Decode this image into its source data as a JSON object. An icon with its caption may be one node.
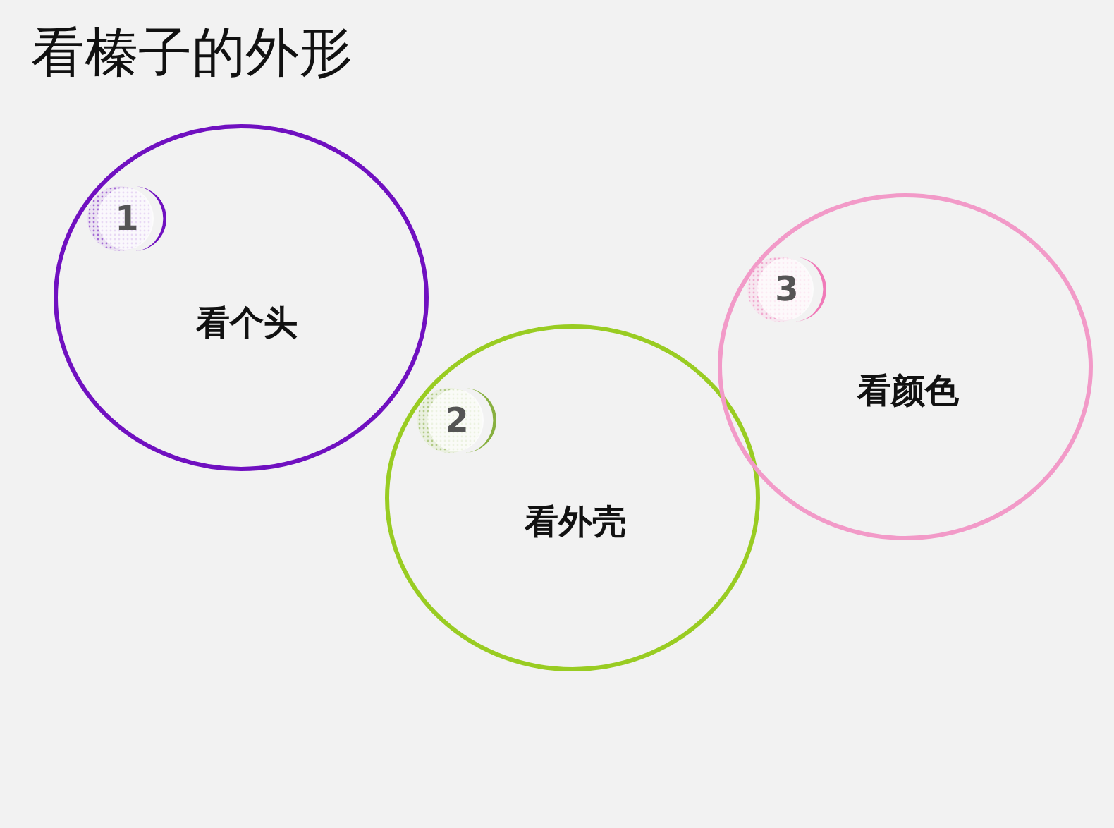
{
  "diagram": {
    "title": "看榛子的外形",
    "nodes": [
      {
        "text": [
          "看个头"
        ]
      },
      {
        "text": [
          "1"
        ],
        "in": 0
      },
      {
        "text": [
          "看外壳"
        ]
      },
      {
        "text": [
          "2"
        ],
        "in": 2
      },
      {
        "text": [
          "看颜色"
        ]
      },
      {
        "text": [
          "3"
        ],
        "in": 4
      }
    ],
    "edges": []
  }
}
